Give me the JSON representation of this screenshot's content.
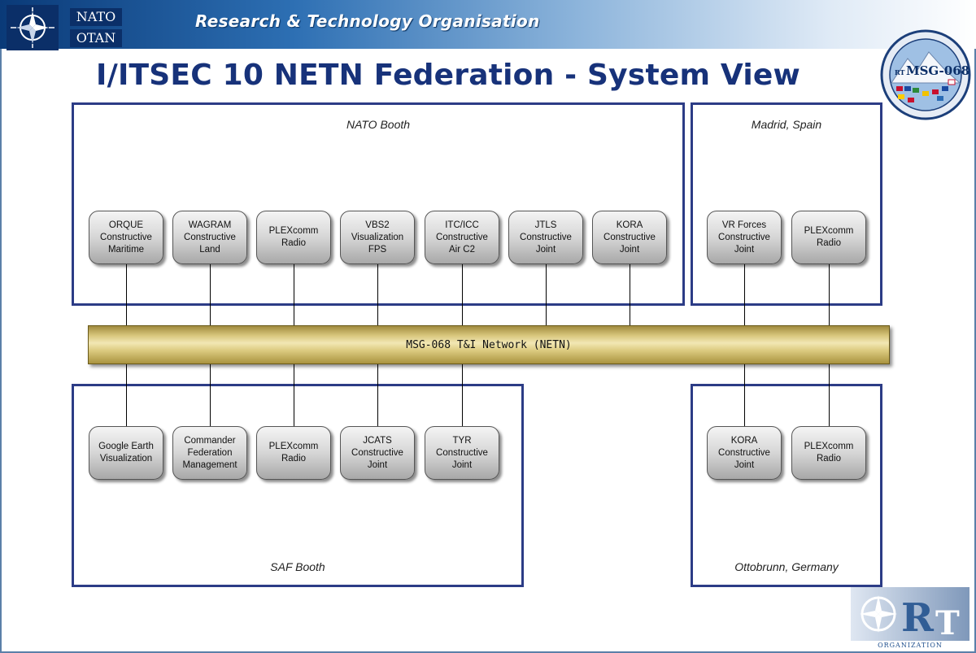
{
  "header": {
    "nato": "NATO",
    "otan": "OTAN",
    "organisation": "Research & Technology Organisation"
  },
  "title": "I/ITSEC 10 NETN Federation - System View",
  "seal": {
    "abbr": "RT",
    "label": "MSG-068"
  },
  "network": {
    "label": "MSG-068 T&I Network (NETN)"
  },
  "groups": {
    "nato_booth": {
      "label": "NATO Booth",
      "nodes": [
        [
          "ORQUE",
          "Constructive",
          "Maritime"
        ],
        [
          "WAGRAM",
          "Constructive",
          "Land"
        ],
        [
          "PLEXcomm",
          "Radio"
        ],
        [
          "VBS2",
          "Visualization",
          "FPS"
        ],
        [
          "ITC/ICC",
          "Constructive",
          "Air C2"
        ],
        [
          "JTLS",
          "Constructive",
          "Joint"
        ],
        [
          "KORA",
          "Constructive",
          "Joint"
        ]
      ]
    },
    "madrid": {
      "label": "Madrid, Spain",
      "nodes": [
        [
          "VR Forces",
          "Constructive",
          "Joint"
        ],
        [
          "PLEXcomm",
          "Radio"
        ]
      ]
    },
    "saf_booth": {
      "label": "SAF Booth",
      "nodes": [
        [
          "Google Earth",
          "Visualization"
        ],
        [
          "Commander",
          "Federation",
          "Management"
        ],
        [
          "PLEXcomm",
          "Radio"
        ],
        [
          "JCATS",
          "Constructive",
          "Joint"
        ],
        [
          "TYR",
          "Constructive",
          "Joint"
        ]
      ]
    },
    "ottobrunn": {
      "label": "Ottobrunn, Germany",
      "nodes": [
        [
          "KORA",
          "Constructive",
          "Joint"
        ],
        [
          "PLEXcomm",
          "Radio"
        ]
      ]
    }
  },
  "footer_logo": {
    "text": "ORGANIZATION"
  }
}
